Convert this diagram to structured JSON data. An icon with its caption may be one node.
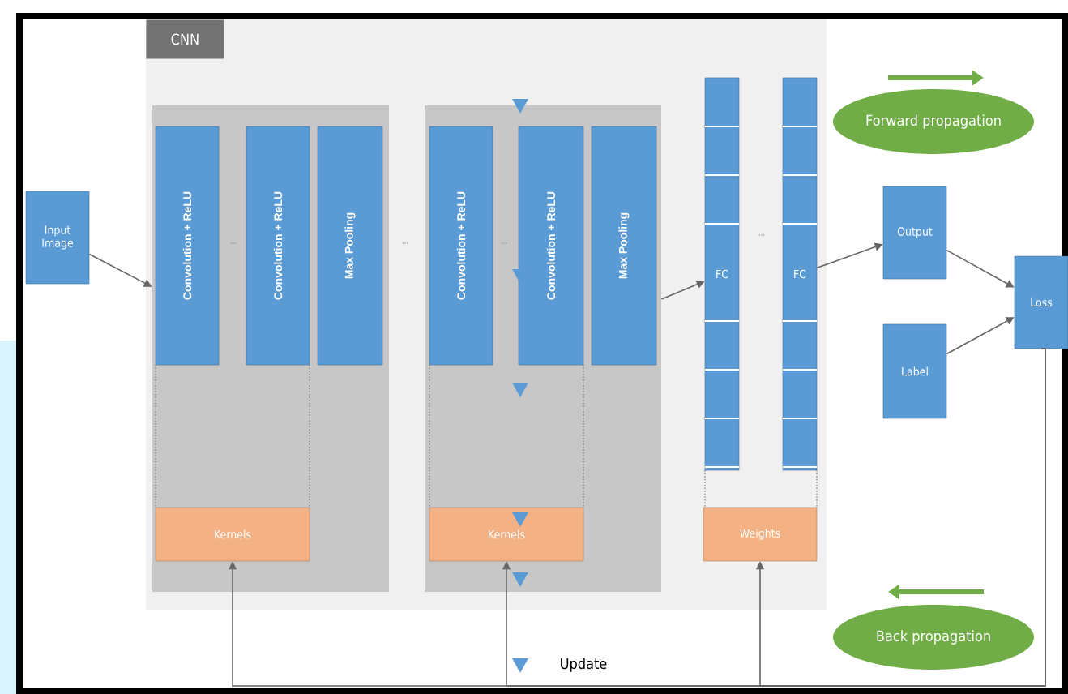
{
  "diagram": {
    "nodes": [
      {
        "text": [
          "Input Image"
        ]
      },
      {
        "text": [
          "CNN"
        ]
      },
      {
        "text": [],
        "shape": "box",
        "in": 1
      },
      {
        "text": [
          "Convolution + ReLU"
        ],
        "in": 2
      },
      {
        "text": [
          "Convolution + ReLU"
        ],
        "in": 2
      },
      {
        "text": [
          "Max Pooling"
        ],
        "in": 2
      },
      {
        "text": [
          "Kernels"
        ],
        "in": 2
      },
      {
        "text": [],
        "shape": "box",
        "in": 1
      },
      {
        "text": [
          "Convolution + ReLU"
        ],
        "in": 7
      },
      {
        "text": [
          "Convolution + ReLU"
        ],
        "in": 7
      },
      {
        "text": [
          "Max Pooling"
        ],
        "in": 7
      },
      {
        "text": [
          "Kernels"
        ],
        "in": 7
      },
      {
        "text": [
          "FC"
        ],
        "in": 1
      },
      {
        "text": [
          "FC"
        ],
        "in": 1
      },
      {
        "text": [
          "Weights"
        ],
        "in": 1
      },
      {
        "text": [
          "Output"
        ]
      },
      {
        "text": [
          "Label"
        ]
      },
      {
        "text": [
          "Loss"
        ]
      },
      {
        "text": [
          "Forward propagation"
        ]
      },
      {
        "text": [
          "Back propagation"
        ]
      }
    ],
    "edges": [
      {
        "from": 0,
        "to": 2,
        "arrow": "to"
      },
      {
        "from": 7,
        "to": 12,
        "arrow": "to"
      },
      {
        "from": 13,
        "to": 15,
        "arrow": "to"
      },
      {
        "from": 15,
        "to": 17,
        "arrow": "to"
      },
      {
        "from": 16,
        "to": 17,
        "arrow": "to"
      },
      {
        "from": 17,
        "to": 14,
        "arrow": "to"
      },
      {
        "from": 17,
        "to": 11,
        "arrow": "to",
        "label": "Update"
      },
      {
        "from": 17,
        "to": 6,
        "arrow": "to"
      },
      {
        "from": 3,
        "to": 6,
        "arrow": "none",
        "style": "dashed"
      },
      {
        "from": 4,
        "to": 6,
        "arrow": "none",
        "style": "dashed"
      },
      {
        "from": 8,
        "to": 11,
        "arrow": "none",
        "style": "dashed"
      },
      {
        "from": 9,
        "to": 11,
        "arrow": "none",
        "style": "dashed"
      },
      {
        "from": 12,
        "to": 14,
        "arrow": "none",
        "style": "dashed"
      },
      {
        "from": 13,
        "to": 14,
        "arrow": "none",
        "style": "dashed"
      }
    ],
    "labels": [
      "...",
      "...",
      "...",
      "..."
    ]
  }
}
